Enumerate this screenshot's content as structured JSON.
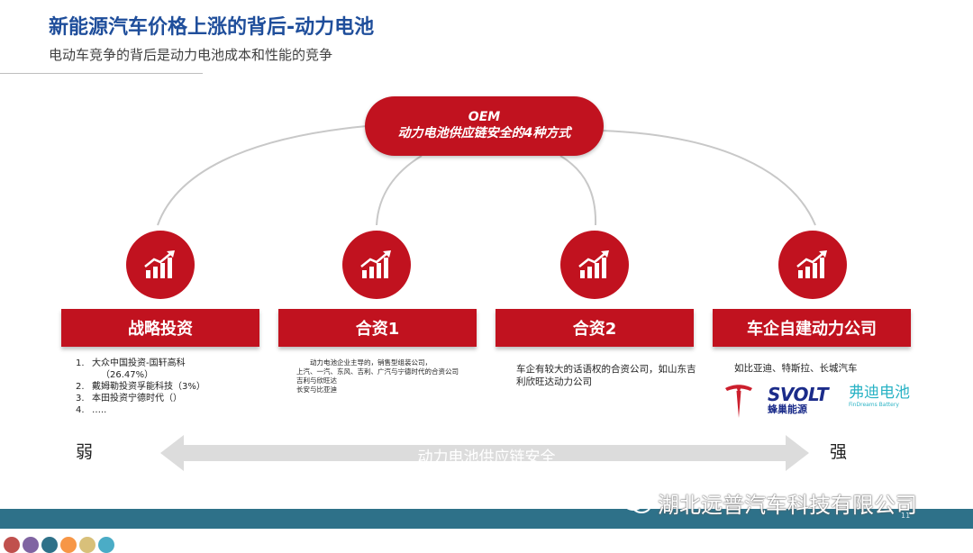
{
  "header": {
    "title": "新能源汽车价格上涨的背后-动力电池",
    "subtitle": "电动车竞争的背后是动力电池成本和性能的竞争"
  },
  "oem": {
    "line1": "OEM",
    "line2": "动力电池供应链安全的4种方式"
  },
  "categories": [
    {
      "label": "战略投资"
    },
    {
      "label": "合资1"
    },
    {
      "label": "合资2"
    },
    {
      "label": "车企自建动力公司"
    }
  ],
  "strategic_list": [
    {
      "num": "1.",
      "text": "大众中国投资-国轩高科"
    },
    {
      "num": "",
      "text": "（26.47%）"
    },
    {
      "num": "2.",
      "text": "戴姆勒投资孚能科技（3%）"
    },
    {
      "num": "3.",
      "text": "本田投资宁德时代（）"
    },
    {
      "num": "4.",
      "text": "….."
    }
  ],
  "jv1_lines": [
    "动力电池企业主导的，销售型组装公司，",
    "上汽、一汽、东风、吉利、广汽与宁德时代的合资公司",
    "吉利与欣旺达",
    "长安与比亚迪"
  ],
  "jv2_text": "车企有较大的话语权的合资公司，如山东吉利欣旺达动力公司",
  "self_built_text": "如比亚迪、特斯拉、长城汽车",
  "logos": {
    "svolt_en": "SVOLT",
    "svolt_zh": "蜂巢能源",
    "fin_zh": "弗迪电池",
    "fin_en": "FinDreams Battery"
  },
  "scale": {
    "weak": "弱",
    "strong": "强",
    "arrow_label": "动力电池供应链安全"
  },
  "footer": {
    "page_number": "11",
    "watermark": "湖北远普汽车科技有限公司"
  },
  "colors": {
    "accent_red": "#c1121f",
    "title_blue": "#1f4e9b",
    "footer_teal": "#2e7189",
    "dots": [
      "#c0504d",
      "#8064a2",
      "#2e7189",
      "#f79646",
      "#d8c07a",
      "#4bacc6"
    ]
  },
  "icons": [
    "growth-chart-icon",
    "tesla-logo",
    "svolt-logo",
    "findreams-logo",
    "wechat-icon"
  ]
}
